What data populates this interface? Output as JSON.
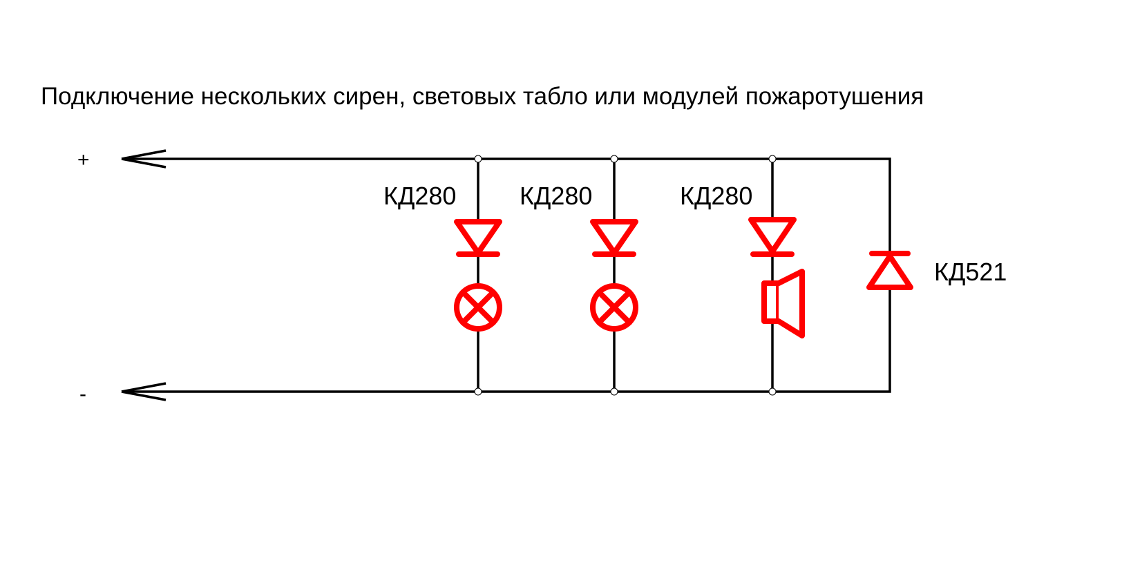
{
  "title": "Подключение нескольких сирен, световых табло или модулей пожаротушения",
  "terminals": {
    "plus": "+",
    "minus": "-"
  },
  "branches": [
    {
      "diode_label": "КД280",
      "load": "lamp"
    },
    {
      "diode_label": "КД280",
      "load": "lamp"
    },
    {
      "diode_label": "КД280",
      "load": "speaker"
    }
  ],
  "protection_diode": {
    "label": "КД521"
  },
  "colors": {
    "wire": "#000000",
    "component": "#ff0000"
  }
}
